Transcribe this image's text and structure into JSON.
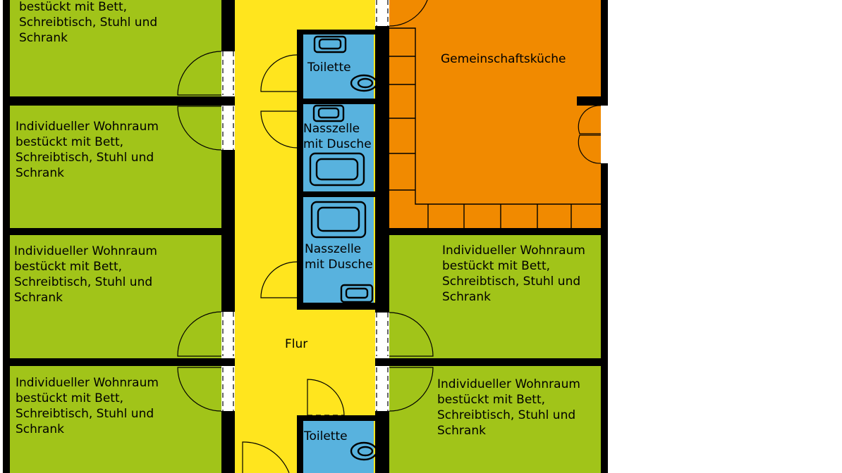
{
  "rooms": {
    "wohnraum_top_left": {
      "lines": [
        "bestückt mit Bett,",
        "Schreibtisch, Stuhl und",
        "Schrank"
      ]
    },
    "wohnraum_left_2": {
      "lines": [
        "Individueller Wohnraum",
        "bestückt mit Bett,",
        "Schreibtisch, Stuhl und",
        "Schrank"
      ]
    },
    "wohnraum_left_3": {
      "lines": [
        "Individueller Wohnraum",
        "bestückt mit Bett,",
        "Schreibtisch, Stuhl und",
        "Schrank"
      ]
    },
    "wohnraum_left_4": {
      "lines": [
        "Individueller Wohnraum",
        "bestückt mit Bett,",
        "Schreibtisch, Stuhl und",
        "Schrank"
      ]
    },
    "wohnraum_right_1": {
      "lines": [
        "Individueller Wohnraum",
        "bestückt mit Bett,",
        "Schreibtisch, Stuhl und",
        "Schrank"
      ]
    },
    "wohnraum_right_2": {
      "lines": [
        "Individueller Wohnraum",
        "bestückt mit Bett,",
        "Schreibtisch, Stuhl und",
        "Schrank"
      ]
    },
    "kitchen": {
      "label": "Gemeinschaftsküche"
    },
    "toilet_top": {
      "label": "Toilette"
    },
    "wetroom_1": {
      "lines": [
        "Nasszelle",
        "mit Dusche"
      ]
    },
    "wetroom_2": {
      "lines": [
        "Nasszelle",
        "mit Dusche"
      ]
    },
    "corridor": {
      "label": "Flur"
    },
    "toilet_bottom": {
      "label": "Toilette"
    }
  },
  "colors": {
    "room_green": "#a1c419",
    "corridor_yellow": "#ffe51e",
    "kitchen_orange": "#f18a00",
    "bath_blue": "#58b2de",
    "wall_black": "#000000"
  }
}
